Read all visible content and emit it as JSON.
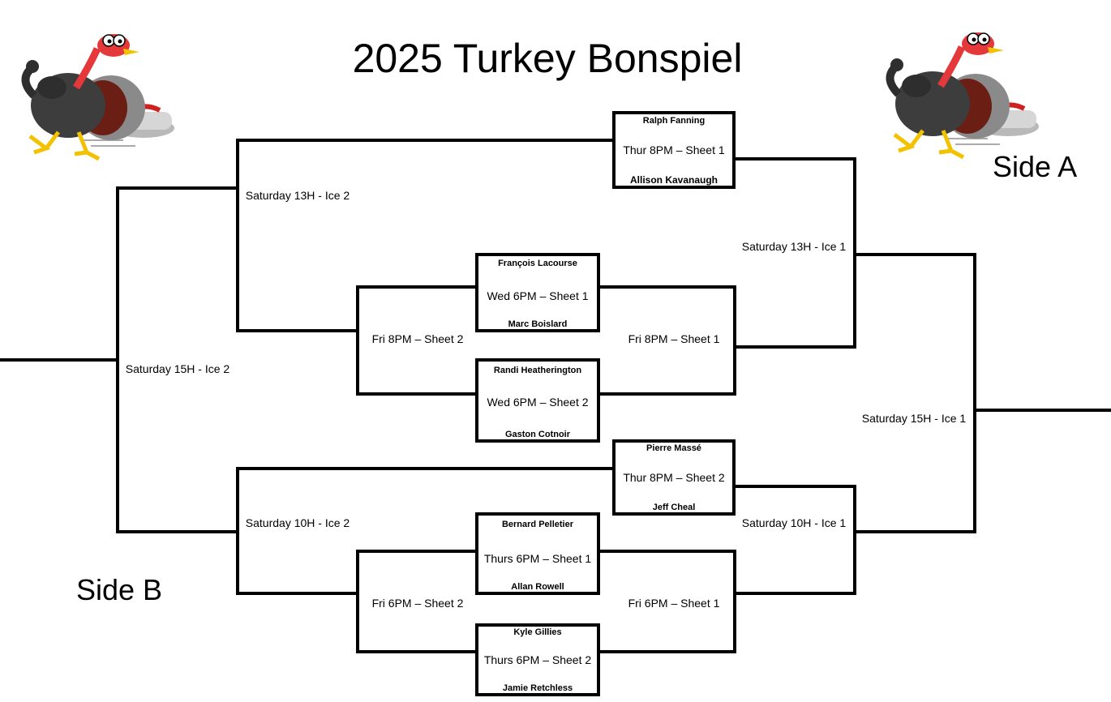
{
  "title": "2025 Turkey Bonspiel",
  "side_a": "Side A",
  "side_b": "Side B",
  "icons": {
    "mascot": "turkey-curling-stone-icon"
  },
  "colors": {
    "line": "#000000",
    "background": "#ffffff"
  },
  "games": [
    {
      "id": "g1",
      "team_top": "Ralph Fanning",
      "time": "Thur 8PM – Sheet 1",
      "team_bottom": "Allison Kavanaugh"
    },
    {
      "id": "g2",
      "team_top": "François Lacourse",
      "time": "Wed 6PM – Sheet 1",
      "team_bottom": "Marc Boislard"
    },
    {
      "id": "g3",
      "team_top": "Randi Heatherington",
      "time": "Wed 6PM – Sheet 2",
      "team_bottom": "Gaston Cotnoir"
    },
    {
      "id": "g4",
      "team_top": "Pierre Massé",
      "time": "Thur 8PM – Sheet 2",
      "team_bottom": "Jeff Cheal"
    },
    {
      "id": "g5",
      "team_top": "Bernard Pelletier",
      "time": "Thurs 6PM – Sheet 1",
      "team_bottom": "Allan Rowell"
    },
    {
      "id": "g6",
      "team_top": "Kyle Gillies",
      "time": "Thurs 6PM – Sheet 2",
      "team_bottom": "Jamie Retchless"
    }
  ],
  "rounds": {
    "a_fri_top": "Fri 8PM – Sheet 1",
    "a_sat13": "Saturday 13H - Ice 1",
    "a_fri_bottom": "Fri 6PM – Sheet 1",
    "a_sat10": "Saturday 10H - Ice 1",
    "a_sat15": "Saturday 15H - Ice 1",
    "b_fri_top": "Fri 8PM – Sheet 2",
    "b_sat13": "Saturday 13H - Ice 2",
    "b_fri_bottom": "Fri 6PM – Sheet 2",
    "b_sat10": "Saturday 10H - Ice 2",
    "b_sat15": "Saturday 15H - Ice 2"
  }
}
